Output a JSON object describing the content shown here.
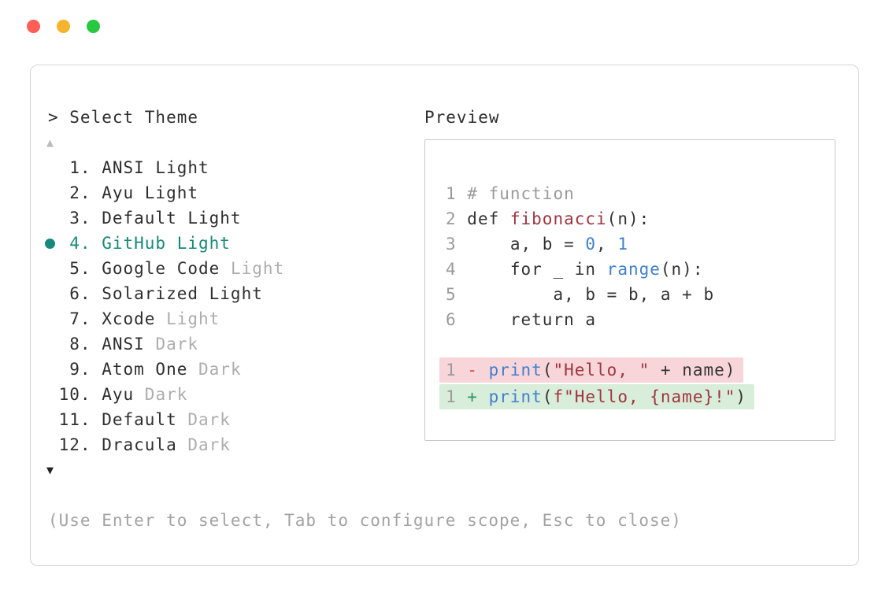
{
  "window": {
    "controls": [
      "close",
      "minimize",
      "zoom"
    ]
  },
  "picker": {
    "title": "> Select Theme",
    "scroll_up_glyph": "▲",
    "scroll_down_glyph": "▼",
    "hint": "(Use Enter to select, Tab to configure scope, Esc to close)",
    "items": [
      {
        "number": "1",
        "label": "ANSI Light",
        "dim": "",
        "selected": false
      },
      {
        "number": "2",
        "label": "Ayu Light",
        "dim": "",
        "selected": false
      },
      {
        "number": "3",
        "label": "Default Light",
        "dim": "",
        "selected": false
      },
      {
        "number": "4",
        "label": "GitHub Light",
        "dim": "",
        "selected": true
      },
      {
        "number": "5",
        "label": "Google Code",
        "dim": "Light",
        "selected": false
      },
      {
        "number": "6",
        "label": "Solarized Light",
        "dim": "",
        "selected": false
      },
      {
        "number": "7",
        "label": "Xcode",
        "dim": "Light",
        "selected": false
      },
      {
        "number": "8",
        "label": "ANSI",
        "dim": "Dark",
        "selected": false
      },
      {
        "number": "9",
        "label": "Atom One",
        "dim": "Dark",
        "selected": false
      },
      {
        "number": "10",
        "label": "Ayu",
        "dim": "Dark",
        "selected": false
      },
      {
        "number": "11",
        "label": "Default",
        "dim": "Dark",
        "selected": false
      },
      {
        "number": "12",
        "label": "Dracula",
        "dim": "Dark",
        "selected": false
      }
    ]
  },
  "preview": {
    "label": "Preview",
    "code_lines": [
      {
        "num": "1",
        "segments": [
          {
            "t": "# function",
            "c": "comment"
          }
        ]
      },
      {
        "num": "2",
        "segments": [
          {
            "t": "def ",
            "c": "plain"
          },
          {
            "t": "fibonacci",
            "c": "func"
          },
          {
            "t": "(n):",
            "c": "plain"
          }
        ]
      },
      {
        "num": "3",
        "segments": [
          {
            "t": "    a, b = ",
            "c": "plain"
          },
          {
            "t": "0",
            "c": "number"
          },
          {
            "t": ", ",
            "c": "plain"
          },
          {
            "t": "1",
            "c": "number"
          }
        ]
      },
      {
        "num": "4",
        "segments": [
          {
            "t": "    for _ in ",
            "c": "plain"
          },
          {
            "t": "range",
            "c": "builtin"
          },
          {
            "t": "(n):",
            "c": "plain"
          }
        ]
      },
      {
        "num": "5",
        "segments": [
          {
            "t": "        a, b = b, a + b",
            "c": "plain"
          }
        ]
      },
      {
        "num": "6",
        "segments": [
          {
            "t": "    return a",
            "c": "plain"
          }
        ]
      }
    ],
    "diff_lines": [
      {
        "num": "1",
        "sign": "-",
        "type": "removed",
        "segments": [
          {
            "t": "print",
            "c": "builtin"
          },
          {
            "t": "(",
            "c": "plain"
          },
          {
            "t": "\"Hello, \"",
            "c": "string"
          },
          {
            "t": " + name)",
            "c": "plain"
          }
        ]
      },
      {
        "num": "1",
        "sign": "+",
        "type": "added",
        "segments": [
          {
            "t": "print",
            "c": "builtin"
          },
          {
            "t": "(",
            "c": "plain"
          },
          {
            "t": "f\"Hello, {name}!\"",
            "c": "string"
          },
          {
            "t": ")",
            "c": "plain"
          }
        ]
      }
    ]
  },
  "colors": {
    "accent_teal": "#16897a",
    "text_dark": "#2e2e2e",
    "text_dim": "#adadad",
    "hint_gray": "#a3a3a3",
    "panel_border": "#d4d4d4",
    "preview_border": "#c9c9c9",
    "code_plain": "#333333",
    "code_comment": "#9b9b9b",
    "line_number": "#9b9b9b",
    "code_function": "#a03540",
    "code_string": "#a03540",
    "code_blue": "#3f80cf",
    "diff_removed_bg": "#f8d5d9",
    "diff_added_bg": "#d8edda",
    "diff_removed_sign": "#cc4a5a",
    "diff_added_sign": "#2a9764",
    "traffic_red": "#ff5f57",
    "traffic_yellow": "#f6b42c",
    "traffic_green": "#28c840"
  }
}
